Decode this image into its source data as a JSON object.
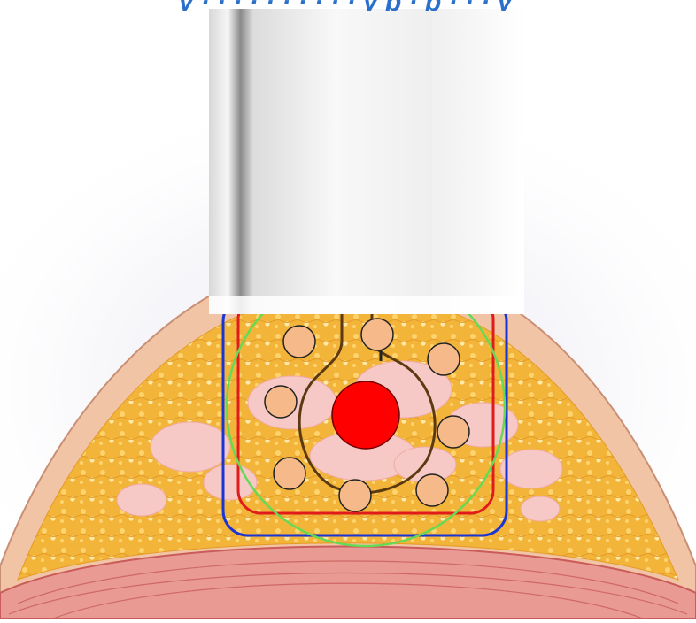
{
  "title_fragment": "y · · · · · · · · · · y p · p · · · y",
  "colors": {
    "skin": "#f2c4a6",
    "skin_edge": "#c98f74",
    "fat": "#f3b43a",
    "fat_dots": "#ffe9a8",
    "gland": "#f6c9c6",
    "muscle": "#e89a93",
    "muscle_line": "#c95c5a",
    "probe": "#f2f2f2",
    "probe_shadow": "#9a9a9a",
    "tumor": "#ff0000",
    "nodes": "#f5b98a",
    "drain_line": "#5b3a12",
    "ring_green": "#66d955",
    "contour_red": "#e01b1b",
    "contour_blue": "#1a35d6"
  },
  "elements": {
    "probe": "probe-block",
    "tumor": "tumor-target",
    "nodes": "lymph-node",
    "contours": [
      "contour-blue",
      "contour-red",
      "ring-green"
    ]
  }
}
